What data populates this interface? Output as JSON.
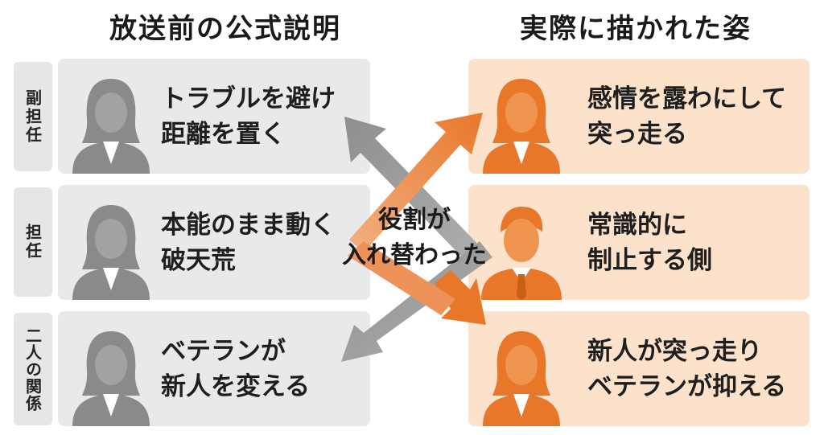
{
  "headings": {
    "left": "放送前の公式説明",
    "right": "実際に描かれた姿"
  },
  "rows": [
    {
      "label": "副担任",
      "left_lines": [
        "トラブルを避け",
        "距離を置く"
      ],
      "right_lines": [
        "感情を露わにして",
        "突っ走る"
      ]
    },
    {
      "label": "担任",
      "left_lines": [
        "本能のまま動く",
        "破天荒"
      ],
      "right_lines": [
        "常識的に",
        "制止する側"
      ]
    },
    {
      "label": "二人の関係",
      "left_lines": [
        "ベテランが",
        "新人を変える"
      ],
      "right_lines": [
        "新人が突っ走り",
        "ベテランが抑える"
      ]
    }
  ],
  "center_label": [
    "役割が",
    "入れ替わった"
  ],
  "icons": {
    "left": [
      "woman-icon",
      "woman-icon",
      "woman-icon"
    ],
    "right": [
      "woman-icon",
      "man-icon",
      "woman-icon"
    ]
  },
  "colors": {
    "gray_panel": "#e9e9e9",
    "orange_panel": "#fce2cb",
    "gray_figure": "#8a8a8a",
    "orange_figure": "#e8772a",
    "arrow_gray": "#9a9a9a",
    "arrow_orange": "#ea8a45"
  }
}
